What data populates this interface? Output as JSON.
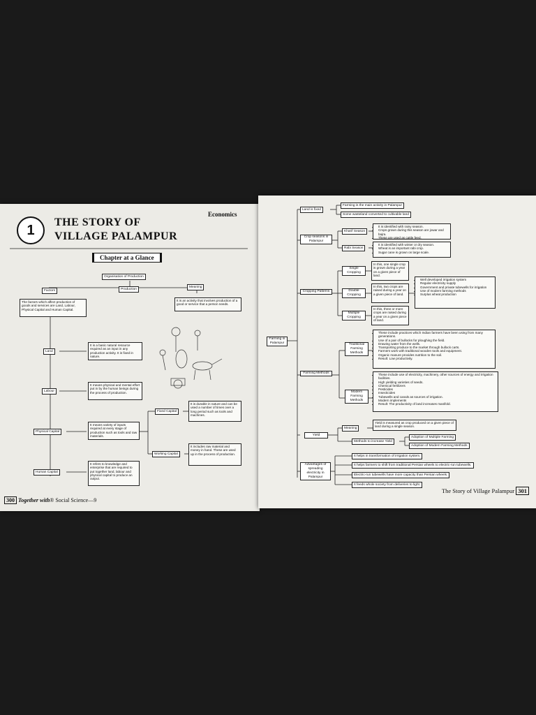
{
  "left": {
    "chapter_number": "1",
    "title_line1": "THE STORY OF",
    "title_line2": "VILLAGE PALAMPUR",
    "subject": "Economics",
    "glance": "Chapter at a Glance",
    "org_production": "Organisation of Production",
    "production": "Production",
    "factors": "Factors",
    "meaning": "Meaning",
    "factors_desc": "The factors which affect production of goods and services are Land, Labour, Physical Capital and Human Capital.",
    "meaning_desc": "It is an activity that involves production of a good or service that a person needs.",
    "land": "Land",
    "land_desc": "It is a basic natural resource required as an input in any production activity. It is fixed in nature.",
    "labour": "Labour",
    "labour_desc": "It means physical and mental effort put in by the human beings during the process of production.",
    "physical_capital": "Physical Capital",
    "physical_desc": "It means variety of inputs required at every stage of production such as tools and raw materials.",
    "fixed_capital": "Fixed Capital",
    "fixed_desc": "It is durable in nature and can be used a number of times over a long period such as tools and machines.",
    "working_capital": "Working Capital",
    "working_desc": "It includes raw material and money in hand. These are used up in the process of production.",
    "human_capital": "Human Capital",
    "human_desc": "It refers to knowledge and enterprise that are required to put together land, labour and physical capital to produce an output.",
    "footer_page": "300",
    "footer_brand": "Together with",
    "footer_book": "Social Science—9"
  },
  "right": {
    "farming": "Farming in Palampur",
    "land_fixed": "Land is fixed",
    "land_fixed_1": "Farming is the main activity in Palampur",
    "land_fixed_2": "Some wasteland converted to cultivable land",
    "crop_seasons": "Crop seasons in Palampur",
    "kharif": "Kharif Season",
    "kharif_points": [
      "It is identified with rainy season.",
      "Crops grown during this season are jowar and bajra.",
      "These are used as cattle feed."
    ],
    "rabi": "Rabi Season",
    "rabi_points": [
      "It is identified with winter or dry season.",
      "Wheat is an important rabi crop.",
      "Sugar cane is grown on large scale."
    ],
    "cropping": "Cropping Patterns",
    "single": "Single Cropping",
    "single_desc": "In this, one single crop is grown during a year on a given piece of land.",
    "double": "Double Cropping",
    "double_desc": "In this, two crops are raised during a year on a given piece of land.",
    "multiple": "Multiple Cropping",
    "multiple_desc": "In this, three or more crops are raised during a year on a given piece of land.",
    "cropping_points": [
      "Well developed irrigation system",
      "Regular electricity supply",
      "Government and private tubewells for irrigation",
      "Use of modern farming methods",
      "Surplus wheat production"
    ],
    "farming_methods": "Farming Methods",
    "traditional": "Traditional Farming Methods",
    "traditional_points": [
      "These include practices which Indian farmers have been using from many generations.",
      "Use of a pair of bullocks for ploughing the field.",
      "Drawing water from the wells.",
      "Transporting produce to the market through bullock carts.",
      "Farmers work with traditional wooden tools and equipment.",
      "Organic manure provides nutrition to the soil.",
      "Result: Low productivity."
    ],
    "modern": "Modern Farming Methods",
    "modern_points": [
      "These include use of electricity, machinery, other sources of energy and irrigation facilities.",
      "High yielding varieties of seeds.",
      "Chemical fertilizers",
      "Pesticides",
      "Insecticides",
      "Tubewells and canals as sources of irrigation.",
      "Modern implements",
      "Result: The productivity of land increases manifold."
    ],
    "yield": "Yield",
    "yield_meaning": "Meaning",
    "yield_meaning_desc": "Yield is measured as crop produced on a given piece of land during a single season.",
    "increase_yield": "Methods to increase Yield",
    "adopt_multiple": "Adoption of Multiple Farming",
    "adopt_modern": "Adoption of Modern Farming Methods",
    "advantages": "Advantages of spreading electricity in Palampur",
    "adv_points": [
      "It helps in transformation of irrigation system.",
      "It helps farmers to shift from traditional Persian wheels to electric-run tubewells.",
      "Electric-run tubewells have more capacity than Persian wheels.",
      "It feeds whole society from deliveries to light."
    ],
    "footer_title": "The Story of Village Palampur",
    "footer_page": "301"
  }
}
